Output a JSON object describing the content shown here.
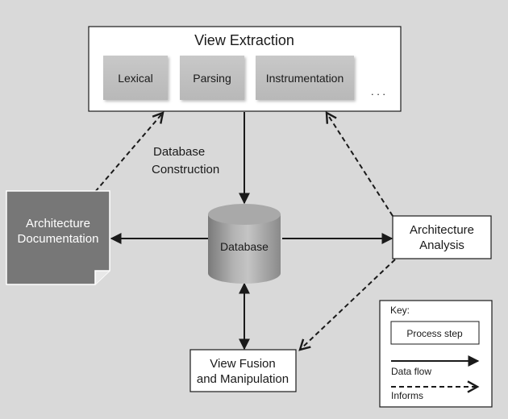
{
  "view_extraction": {
    "title": "View Extraction",
    "steps": [
      "Lexical",
      "Parsing",
      "Instrumentation"
    ],
    "more": ". . ."
  },
  "database_construction": {
    "line1": "Database",
    "line2": "Construction"
  },
  "database": {
    "label": "Database"
  },
  "architecture_documentation": {
    "line1": "Architecture",
    "line2": "Documentation"
  },
  "architecture_analysis": {
    "line1": "Architecture",
    "line2": "Analysis"
  },
  "view_fusion": {
    "line1": "View Fusion",
    "line2": "and Manipulation"
  },
  "key": {
    "title": "Key:",
    "process_step": "Process step",
    "data_flow": "Data flow",
    "informs": "Informs"
  }
}
